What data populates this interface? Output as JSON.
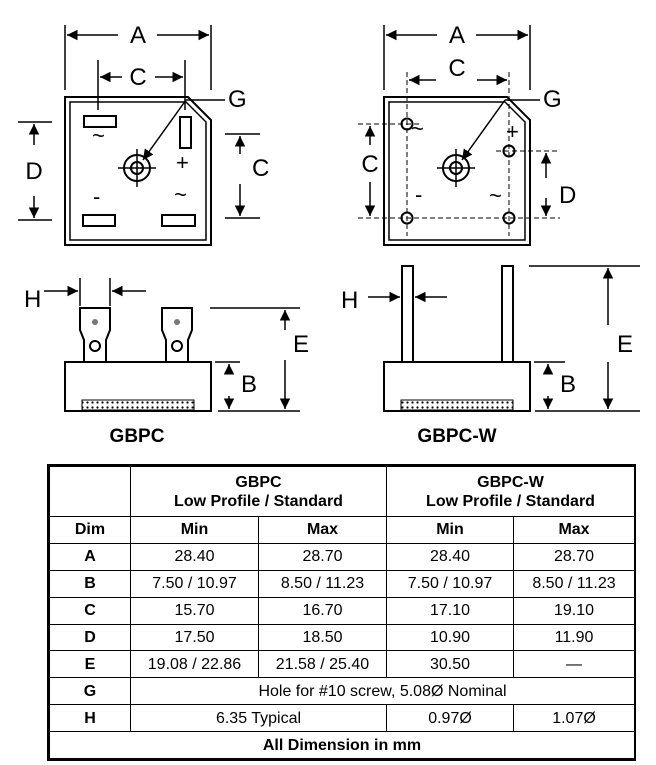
{
  "drawing": {
    "dimension_labels": {
      "gbpc_top_a": "A",
      "gbpc_top_c_horizontal": "C",
      "gbpc_top_g": "G",
      "gbpc_top_d": "D",
      "gbpc_top_c_vertical": "C",
      "gbpcw_top_a": "A",
      "gbpcw_top_c_horizontal": "C",
      "gbpcw_top_g": "G",
      "gbpcw_top_c_vertical": "C",
      "gbpcw_top_d": "D",
      "gbpc_side_h": "H",
      "gbpc_side_e": "E",
      "gbpc_side_b": "B",
      "gbpcw_side_h": "H",
      "gbpcw_side_e": "E",
      "gbpcw_side_b": "B"
    },
    "terminal_marks": {
      "gbpc_ac_top": "~",
      "gbpc_positive": "+",
      "gbpc_negative": "-",
      "gbpc_ac_bottom": "~",
      "gbpcw_ac_top": "~",
      "gbpcw_positive": "+",
      "gbpcw_negative": "-",
      "gbpcw_ac_bottom": "~"
    },
    "captions": {
      "gbpc": "GBPC",
      "gbpcw": "GBPC-W"
    }
  },
  "table": {
    "group_headers": [
      {
        "name": "GBPC",
        "sub": "Low Profile / Standard"
      },
      {
        "name": "GBPC-W",
        "sub": "Low Profile / Standard"
      }
    ],
    "columns": [
      "Dim",
      "Min",
      "Max",
      "Min",
      "Max"
    ],
    "rows": [
      {
        "dim": "A",
        "values": [
          "28.40",
          "28.70",
          "28.40",
          "28.70"
        ]
      },
      {
        "dim": "B",
        "values": [
          "7.50 / 10.97",
          "8.50 / 11.23",
          "7.50 / 10.97",
          "8.50 / 11.23"
        ]
      },
      {
        "dim": "C",
        "values": [
          "15.70",
          "16.70",
          "17.10",
          "19.10"
        ]
      },
      {
        "dim": "D",
        "values": [
          "17.50",
          "18.50",
          "10.90",
          "11.90"
        ]
      },
      {
        "dim": "E",
        "values": [
          "19.08 / 22.86",
          "21.58 / 25.40",
          "30.50",
          "—"
        ]
      }
    ],
    "row_g": {
      "dim": "G",
      "text": "Hole for #10 screw, 5.08Ø Nominal"
    },
    "row_h": {
      "dim": "H",
      "gbpc": "6.35 Typical",
      "gbpcw_min": "0.97Ø",
      "gbpcw_max": "1.07Ø"
    },
    "footer": "All Dimension in mm"
  }
}
